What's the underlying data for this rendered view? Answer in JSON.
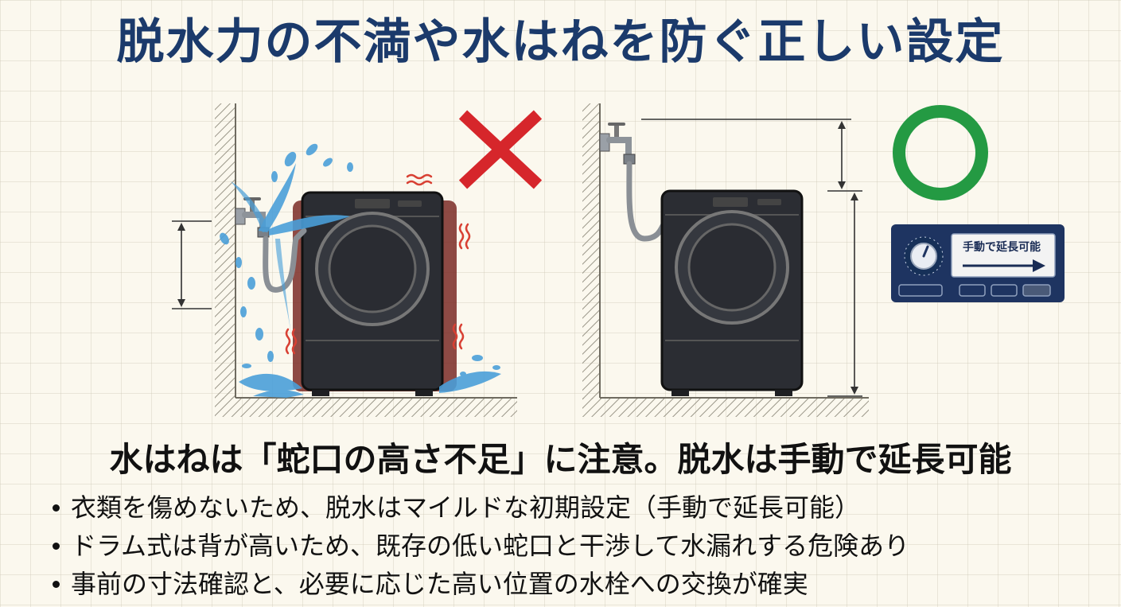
{
  "title": "脱水力の不満や水はねを防ぐ正しい設定",
  "panels": {
    "bad": {
      "mark": "×"
    },
    "good": {
      "mark": "○"
    }
  },
  "control_panel": {
    "label": "手動で延長可能"
  },
  "subtitle": "水はねは「蛇口の高さ不足」に注意。脱水は手動で延長可能",
  "bullets": [
    "衣類を傷めないため、脱水はマイルドな初期設定（手動で延長可能）",
    "ドラム式は背が高いため、既存の低い蛇口と干渉して水漏れする危険あり",
    "事前の寸法確認と、必要に応じた高い位置の水栓への交換が確実"
  ],
  "colors": {
    "title": "#1b3a6b",
    "cross": "#d6262b",
    "circle": "#249a43",
    "washer": "#2b2d33",
    "water": "#4a9fd8",
    "vibration": "#d84033",
    "panel": "#1e3461"
  },
  "icons": [
    "faucet-icon",
    "washing-machine-icon",
    "cross-mark-icon",
    "circle-mark-icon",
    "dial-icon",
    "arrow-right-icon"
  ]
}
